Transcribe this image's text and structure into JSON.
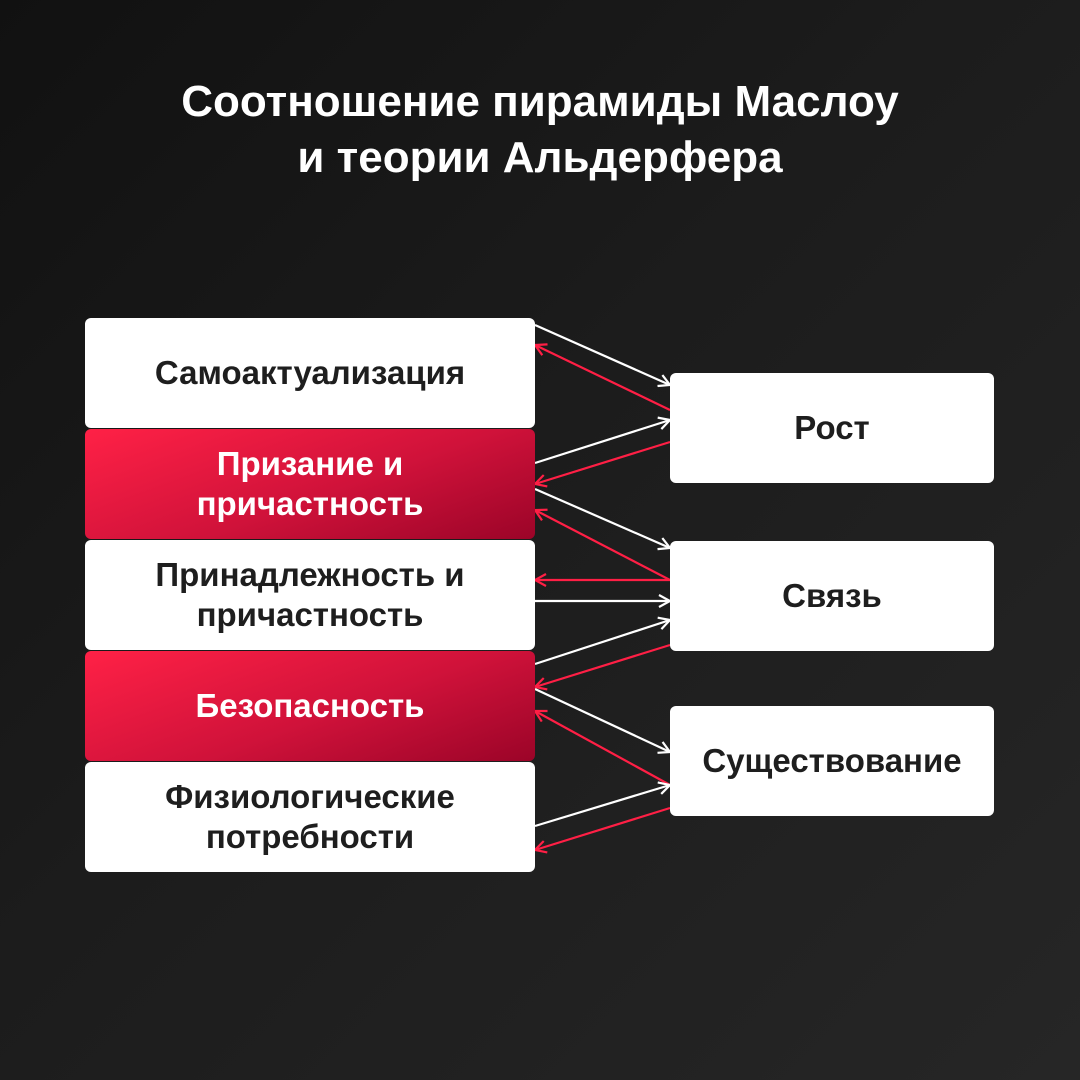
{
  "title": {
    "line1": "Соотношение пирамиды Маслоу",
    "line2": "и теории Альдерфера"
  },
  "maslow": [
    {
      "label": "Самоактуализация",
      "style": "white"
    },
    {
      "label": "Призание и причастность",
      "style": "red"
    },
    {
      "label": "Принадлежность и причастность",
      "style": "white"
    },
    {
      "label": "Безопасность",
      "style": "red"
    },
    {
      "label": "Физиологические потребности",
      "style": "white"
    }
  ],
  "alderfer": [
    {
      "label": "Рост"
    },
    {
      "label": "Связь"
    },
    {
      "label": "Существование"
    }
  ],
  "links": [
    {
      "from": 0,
      "to": 0
    },
    {
      "from": 1,
      "to": 0
    },
    {
      "from": 1,
      "to": 1
    },
    {
      "from": 2,
      "to": 1
    },
    {
      "from": 3,
      "to": 1
    },
    {
      "from": 3,
      "to": 2
    },
    {
      "from": 4,
      "to": 2
    }
  ],
  "colors": {
    "forward_arrow": "#ffffff",
    "back_arrow": "#ff1f45",
    "accent": "#e8163c"
  }
}
